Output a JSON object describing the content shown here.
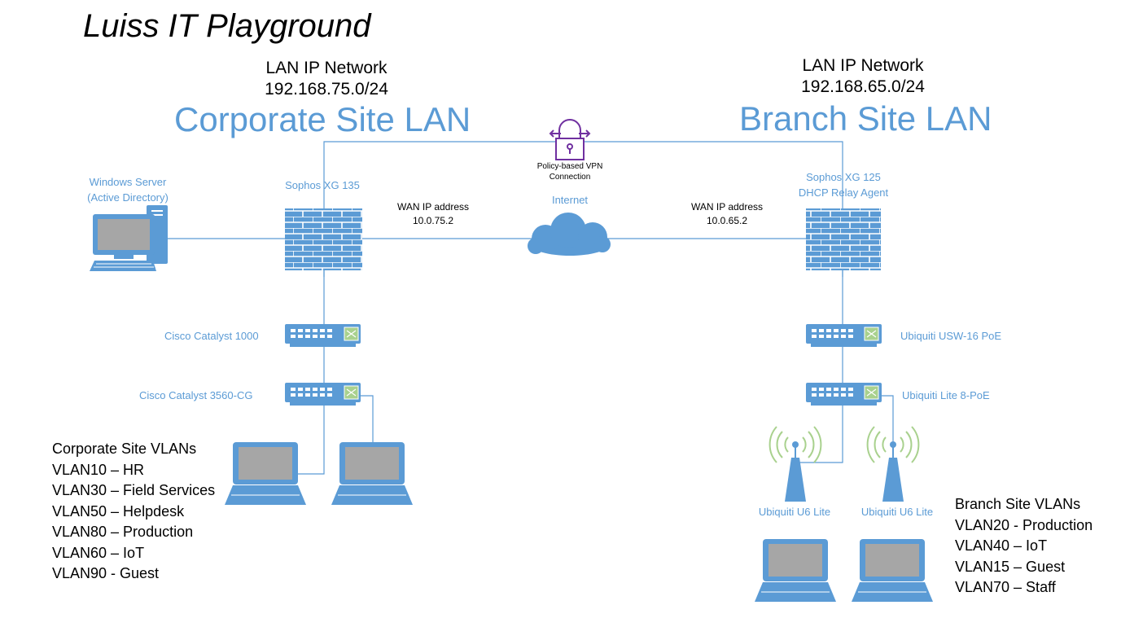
{
  "title": "Luiss IT Playground",
  "corporate": {
    "network_label": "LAN IP Network",
    "network_ip": "192.168.75.0/24",
    "site_name": "Corporate Site LAN",
    "server": {
      "line1": "Windows Server",
      "line2": "(Active Directory)"
    },
    "firewall": "Sophos XG 135",
    "wan_label": "WAN IP address",
    "wan_ip": "10.0.75.2",
    "switch1": "Cisco Catalyst 1000",
    "switch2": "Cisco Catalyst 3560-CG",
    "vlans_title": "Corporate Site VLANs",
    "vlans": [
      "VLAN10 – HR",
      "VLAN30 – Field Services",
      "VLAN50 – Helpdesk",
      "VLAN80 – Production",
      "VLAN60 – IoT",
      "VLAN90 - Guest"
    ]
  },
  "branch": {
    "network_label": "LAN IP Network",
    "network_ip": "192.168.65.0/24",
    "site_name": "Branch Site LAN",
    "firewall_line1": "Sophos XG 125",
    "firewall_line2": "DHCP Relay Agent",
    "wan_label": "WAN IP address",
    "wan_ip": "10.0.65.2",
    "switch1": "Ubiquiti USW-16 PoE",
    "switch2": "Ubiquiti Lite 8-PoE",
    "ap1": "Ubiquiti U6 Lite",
    "ap2": "Ubiquiti U6 Lite",
    "vlans_title": "Branch Site VLANs",
    "vlans": [
      "VLAN20 - Production",
      "VLAN40 – IoT",
      "VLAN15 – Guest",
      "VLAN70 – Staff"
    ]
  },
  "vpn": {
    "line1": "Policy-based VPN",
    "line2": "Connection"
  },
  "internet_label": "Internet",
  "colors": {
    "accent": "#5b9bd5",
    "vpn": "#7030a0",
    "wireless": "#a9d18e",
    "line": "#5b9bd5"
  }
}
